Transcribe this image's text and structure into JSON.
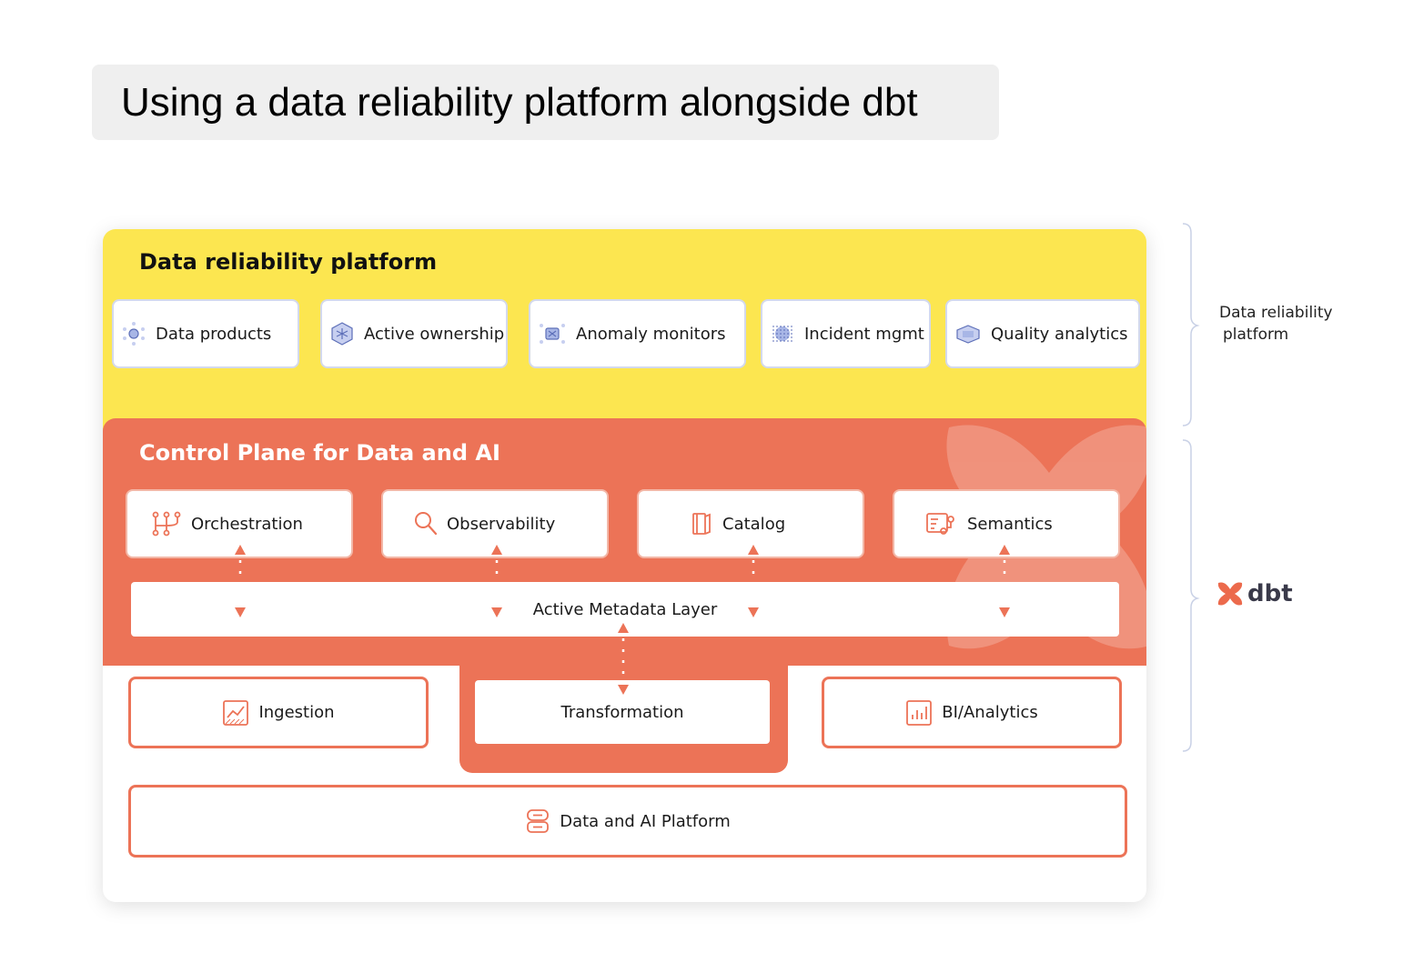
{
  "title": "Using a data reliability platform alongside dbt",
  "reliability": {
    "heading": "Data reliability platform",
    "items": [
      {
        "label": "Data products",
        "icon": "data-products-icon"
      },
      {
        "label": "Active ownership",
        "icon": "active-ownership-icon"
      },
      {
        "label": "Anomaly monitors",
        "icon": "anomaly-monitors-icon"
      },
      {
        "label": "Incident mgmt",
        "icon": "incident-mgmt-icon"
      },
      {
        "label": "Quality analytics",
        "icon": "quality-analytics-icon"
      }
    ]
  },
  "control_plane": {
    "heading": "Control Plane for Data and AI",
    "items": [
      {
        "label": "Orchestration",
        "icon": "orchestration-icon"
      },
      {
        "label": "Observability",
        "icon": "search-icon"
      },
      {
        "label": "Catalog",
        "icon": "book-icon"
      },
      {
        "label": "Semantics",
        "icon": "semantics-icon"
      }
    ],
    "metadata_layer": "Active Metadata Layer"
  },
  "pipeline": {
    "ingestion": "Ingestion",
    "transformation": "Transformation",
    "bi": "BI/Analytics",
    "platform": "Data and AI Platform"
  },
  "side": {
    "reliability_label_line1": "Data reliability",
    "reliability_label_line2": "platform",
    "dbt_label": "dbt"
  },
  "colors": {
    "yellow": "#fce650",
    "orange": "#ec7357",
    "bracket": "#c9d1e6"
  }
}
